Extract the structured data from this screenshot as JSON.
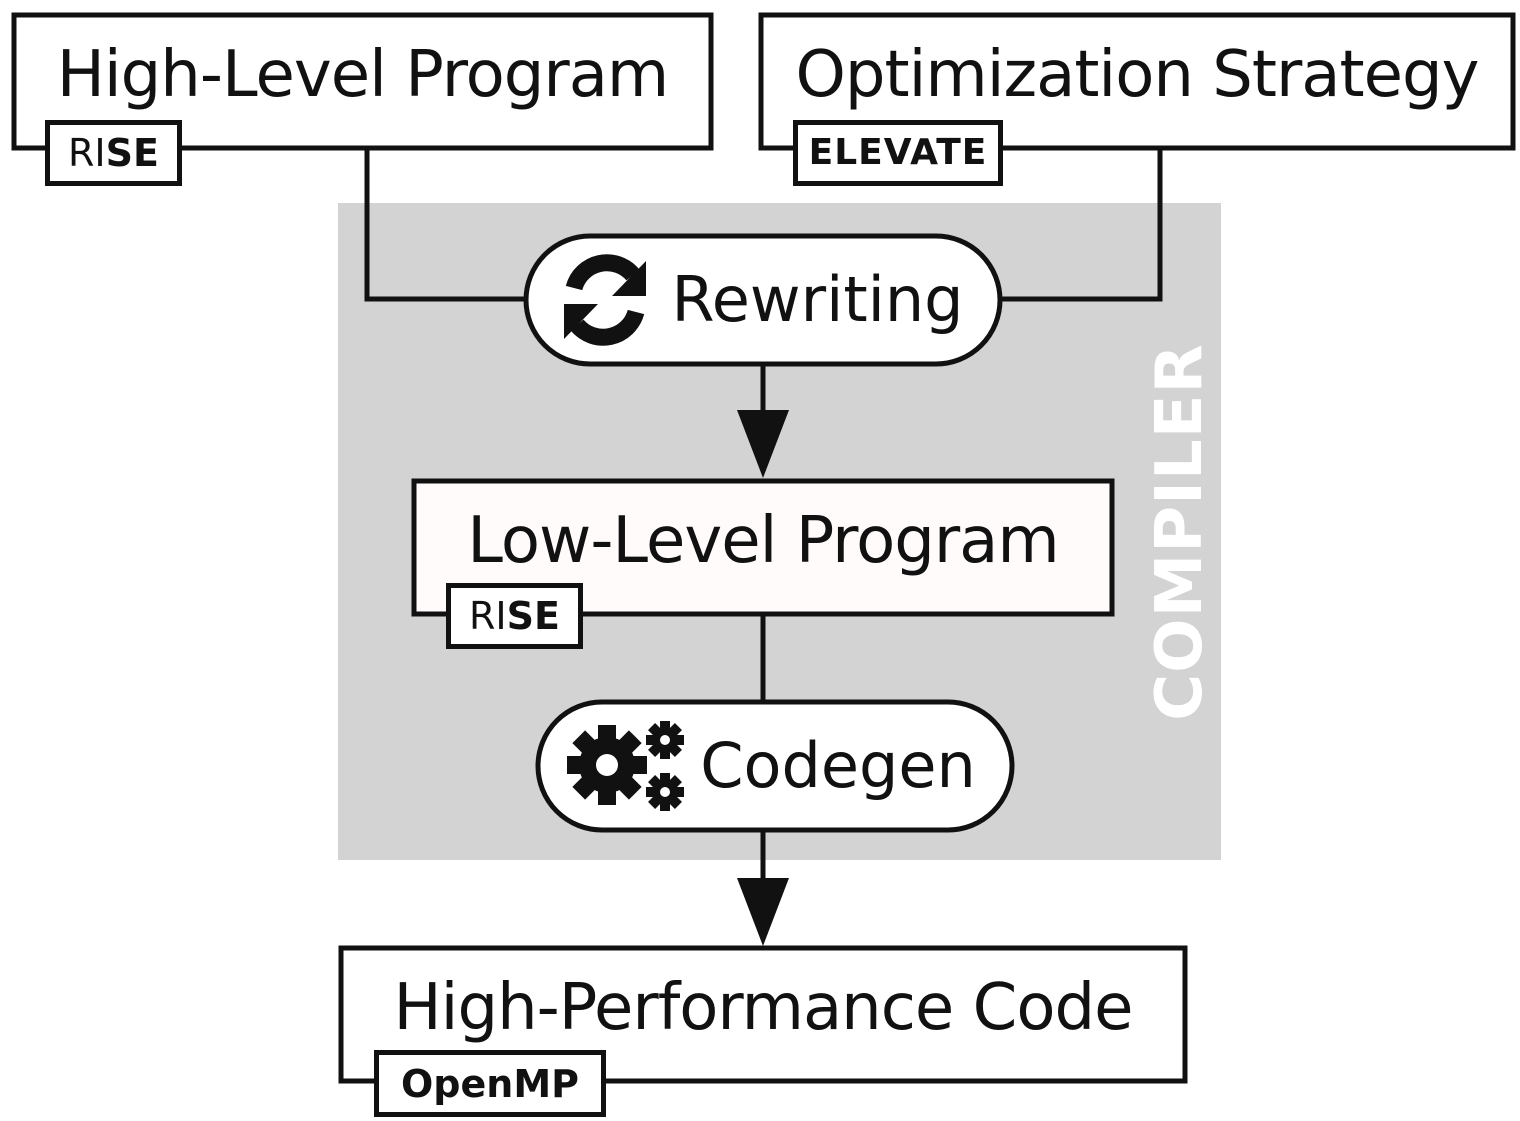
{
  "compiler": {
    "label": "COMPILER"
  },
  "high_level_program": {
    "title": "High-Level Program",
    "tag_light": "RI",
    "tag_bold": "SE"
  },
  "optimization_strategy": {
    "title": "Optimization Strategy",
    "tag": "ELEVATE"
  },
  "rewriting": {
    "label": "Rewriting",
    "icon": "sync-icon"
  },
  "low_level_program": {
    "title": "Low-Level Program",
    "tag_light": "RI",
    "tag_bold": "SE"
  },
  "codegen": {
    "label": "Codegen",
    "icon": "cogs-icon"
  },
  "high_performance_code": {
    "title": "High-Performance Code",
    "tag": "OpenMP"
  },
  "colors": {
    "compiler_bg": "#d3d3d3",
    "stroke": "#111111",
    "low_level_fill": "#fffbfa"
  }
}
